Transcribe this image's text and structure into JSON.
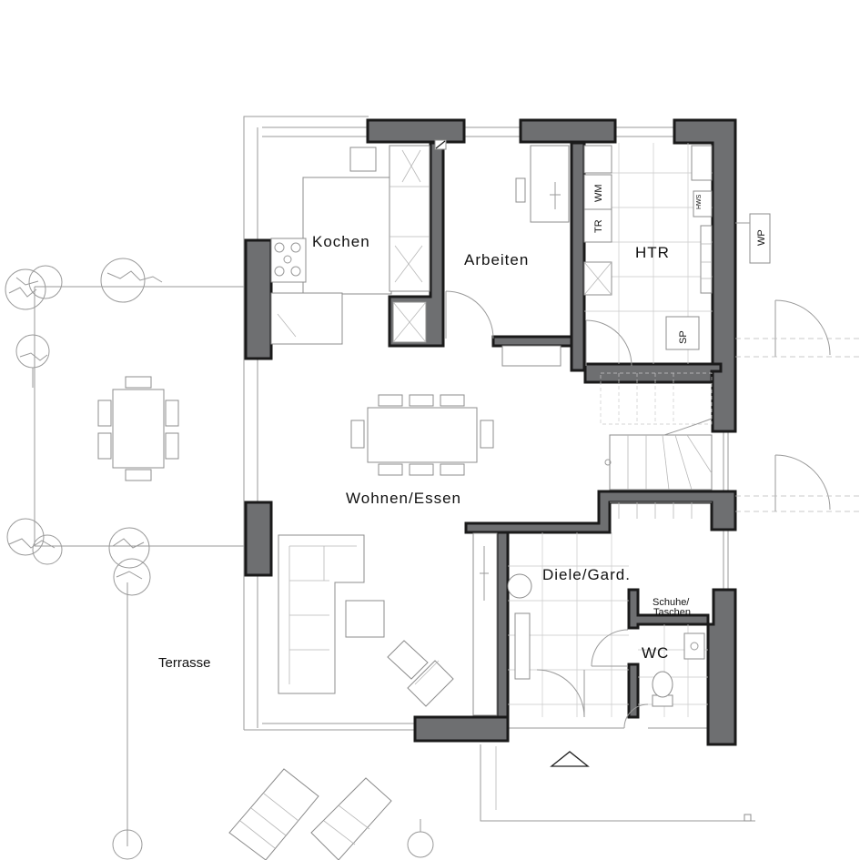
{
  "rooms": {
    "kitchen": "Kochen",
    "office": "Arbeiten",
    "utility": "HTR",
    "living": "Wohnen/Essen",
    "hall": "Diele/Gard.",
    "storage": "Schuhe/\nTaschen",
    "wc": "WC",
    "terrace": "Terrasse"
  },
  "appliances": {
    "washer": "WM",
    "dryer": "TR",
    "heat_pump": "WP",
    "storage_tank": "SP",
    "hws": "HWS"
  }
}
